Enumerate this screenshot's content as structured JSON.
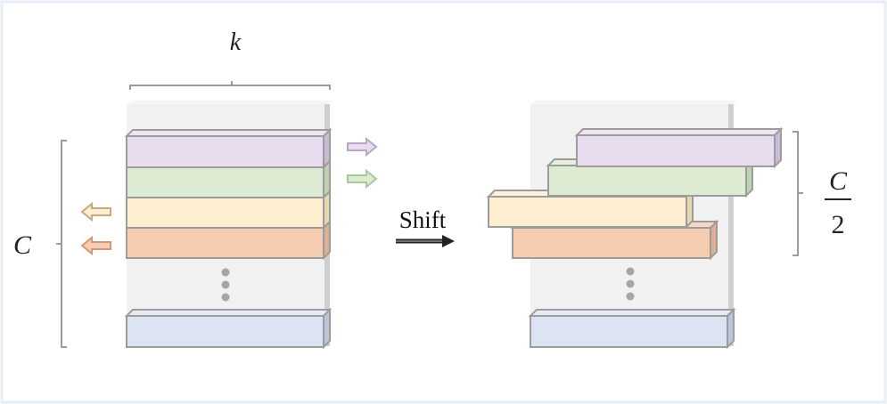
{
  "labels": {
    "k": "k",
    "c": "C",
    "shift": "Shift",
    "frac_num": "C",
    "frac_den": "2"
  },
  "colors": {
    "purple": "#e8dcef",
    "green": "#dcebd2",
    "yellow": "#fdefcf",
    "orange": "#f7cdb2",
    "blue": "#dce3f3",
    "panel": "#f1f1f1",
    "bracket": "#9a9a9a",
    "block_stroke": "#9c9c9c",
    "frame": "#e6eef6"
  },
  "icons": {
    "arrow_right": "arrow-right-icon",
    "arrow_left": "arrow-left-icon",
    "ellipsis": "vertical-ellipsis-icon"
  }
}
